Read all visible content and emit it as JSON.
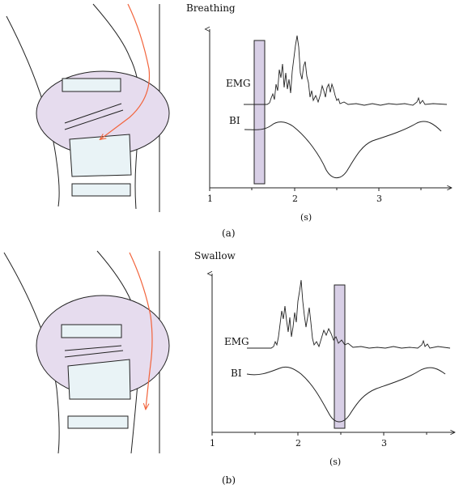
{
  "colors": {
    "throat_region": "#e6dcee",
    "time_window": "#d8cfe6",
    "box_fill": "#e9f3f6",
    "flow_arrow": "#f2643c",
    "stroke": "#222222"
  },
  "panels": [
    {
      "caption": "(a)",
      "title": "Breathing",
      "emg_label": "EMG",
      "bi_label": "BI",
      "unit": "(s)",
      "x_ticks": [
        "1",
        "2",
        "3"
      ],
      "window_time_s": 1.58,
      "arrow_direction": "down-left-into-airway"
    },
    {
      "caption": "(b)",
      "title": "Swallow",
      "emg_label": "EMG",
      "bi_label": "BI",
      "unit": "(s)",
      "x_ticks": [
        "1",
        "2",
        "3"
      ],
      "window_time_s": 2.48,
      "arrow_direction": "down-into-esophagus"
    }
  ],
  "icons": [
    "throat-cross-section-icon",
    "flow-arrow-icon"
  ]
}
